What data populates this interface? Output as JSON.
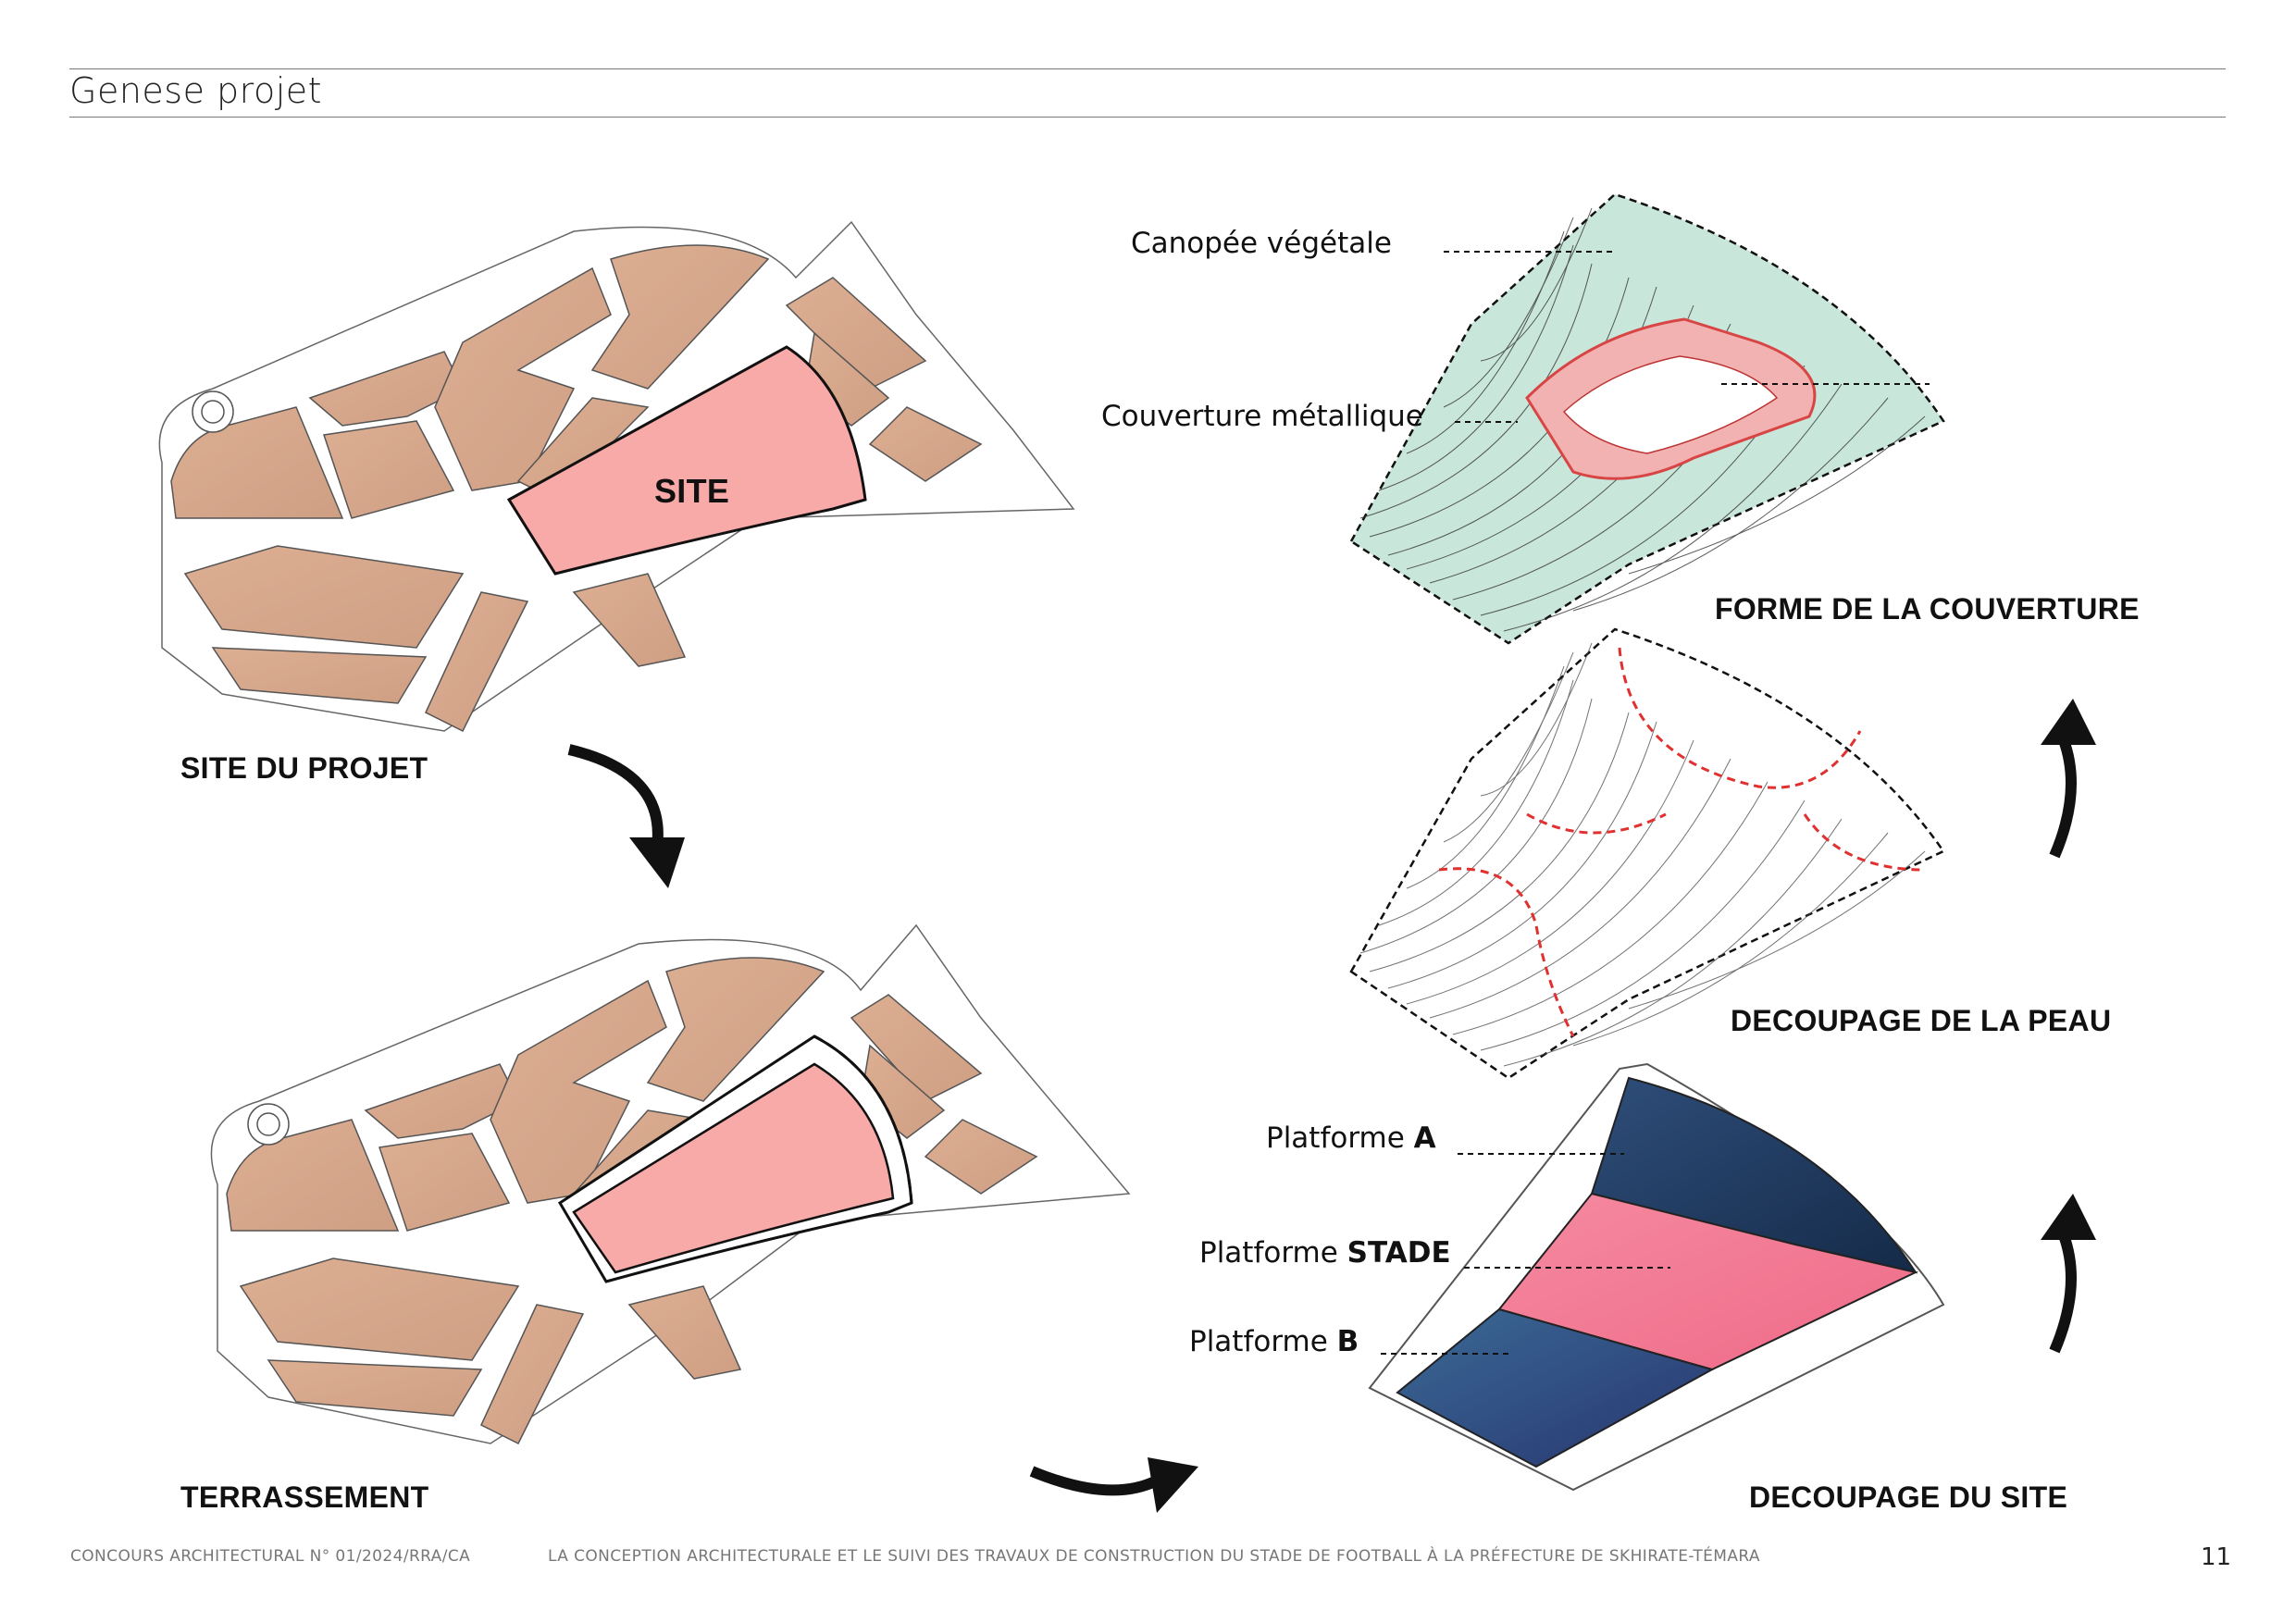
{
  "header": {
    "title": "Genese projet"
  },
  "diagrams": {
    "site_du_projet": {
      "label": "SITE DU PROJET",
      "site_tag": "SITE"
    },
    "terrassement": {
      "label": "TERRASSEMENT"
    },
    "decoupage_du_site": {
      "label": "DECOUPAGE DU SITE",
      "platforms": [
        {
          "prefix": "Platforme ",
          "name": "A"
        },
        {
          "prefix": "Platforme ",
          "name": "STADE"
        },
        {
          "prefix": "Platforme ",
          "name": "B"
        }
      ]
    },
    "decoupage_de_la_peau": {
      "label": "DECOUPAGE DE LA PEAU"
    },
    "forme_de_la_couverture": {
      "label": "FORME DE LA COUVERTURE",
      "annotations": [
        "Canopée végétale",
        "Couverture métallique"
      ]
    }
  },
  "colors": {
    "lot_fill": "#d8a98c",
    "site_fill": "#f7aaa8",
    "canopy_fill": "#c9e6da",
    "metal_roof": "#e05a5a",
    "platform_dark": "#1f3b63",
    "platform_stade": "#f27490",
    "platform_b": "#2e5c8a",
    "cut_lines": "#e03030"
  },
  "icons": [
    "curved-arrow-down-icon",
    "curved-arrow-right-icon",
    "curved-arrow-up-icon"
  ],
  "footer": {
    "reference": "CONCOURS ARCHITECTURAL N° 01/2024/RRA/CA",
    "description": "LA CONCEPTION ARCHITECTURALE ET LE SUIVI DES TRAVAUX DE CONSTRUCTION DU STADE DE FOOTBALL À LA PRÉFECTURE DE SKHIRATE-TÉMARA",
    "page_number": "11"
  }
}
